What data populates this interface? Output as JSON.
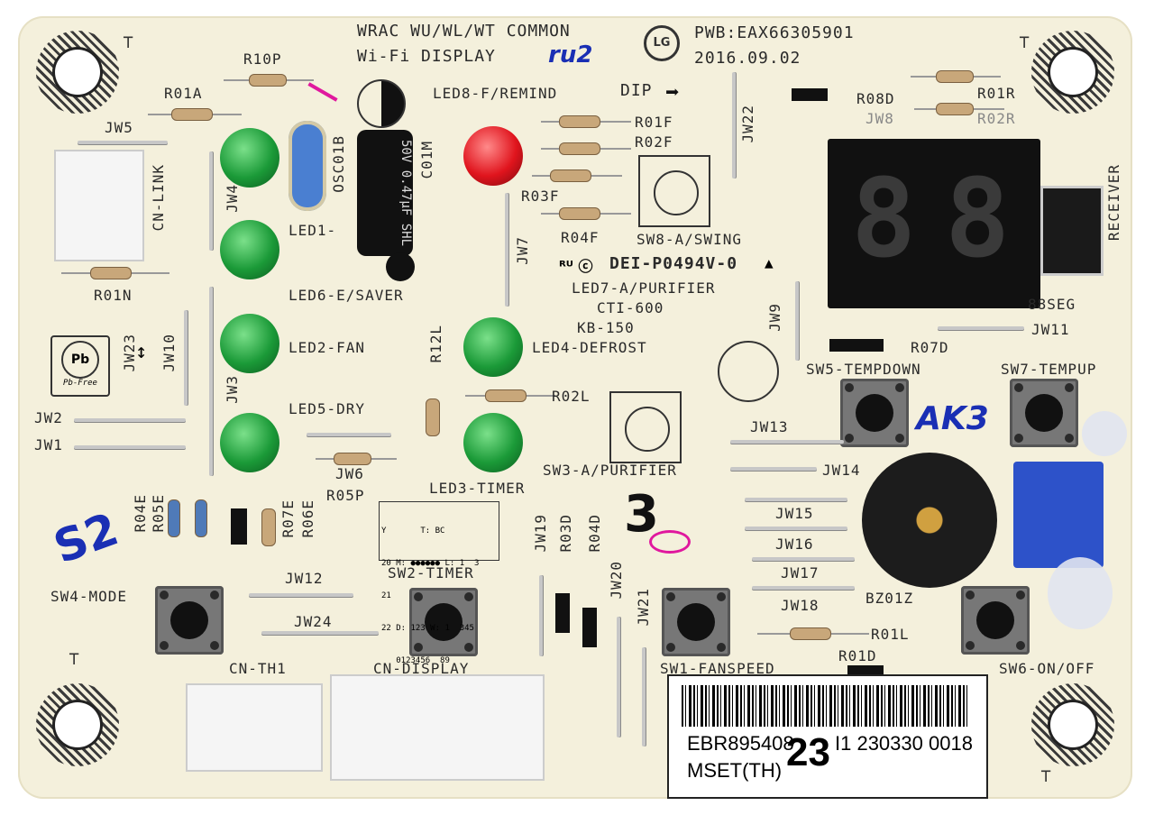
{
  "board": {
    "header_line1": "WRAC WU/WL/WT COMMON",
    "header_line2": "Wi-Fi DISPLAY",
    "brand": "LG",
    "pwb": "PWB:EAX66305901",
    "date": "2016.09.02",
    "dip": "DIP",
    "cert": "DEI-P0494V-0",
    "cti": "CTI-600",
    "kb": "KB-150",
    "pbfree": "Pb-Free"
  },
  "labels": {
    "r10p": "R10P",
    "r01a": "R01A",
    "jw5": "JW5",
    "cn_link": "CN-LINK",
    "r01n": "R01N",
    "jw4": "JW4",
    "osc01b": "OSC01B",
    "c01m": "C01M",
    "led1": "LED1-",
    "led6": "LED6-E/SAVER",
    "led2": "LED2-FAN",
    "led5": "LED5-DRY",
    "jw23": "JW23",
    "jw10": "JW10",
    "jw3": "JW3",
    "jw2": "JW2",
    "jw1": "JW1",
    "jw6": "JW6",
    "r05p": "R05P",
    "led8": "LED8-F/REMIND",
    "r01f": "R01F",
    "r02f": "R02F",
    "r03f": "R03F",
    "r04f": "R04F",
    "sw8": "SW8-A/SWING",
    "jw7": "JW7",
    "jw22": "JW22",
    "led7": "LED7-A/PURIFIER",
    "r12l": "R12L",
    "led4": "LED4-DEFROST",
    "r02l": "R02L",
    "led3": "LED3-TIMER",
    "sw3": "SW3-A/PURIFIER",
    "r08d": "R08D",
    "jw8": "JW8",
    "r01r": "R01R",
    "r02r": "R02R",
    "receiver": "RECEIVER",
    "seg": "88SEG",
    "jw11": "JW11",
    "jw9": "JW9",
    "r07d": "R07D",
    "sw5": "SW5-TEMPDOWN",
    "sw7": "SW7-TEMPUP",
    "jw13": "JW13",
    "jw14": "JW14",
    "jw15": "JW15",
    "jw16": "JW16",
    "jw17": "JW17",
    "jw18": "JW18",
    "bz01z": "BZ01Z",
    "r01l": "R01L",
    "r01d": "R01D",
    "sw6": "SW6-ON/OFF",
    "sw1": "SW1-FANSPEED",
    "r04e": "R04E",
    "r05e": "R05E",
    "r07e": "R07E",
    "r06e": "R06E",
    "sw4": "SW4-MODE",
    "jw12": "JW12",
    "jw24": "JW24",
    "sw2": "SW2-TIMER",
    "jw19": "JW19",
    "r03d": "R03D",
    "r04d": "R04D",
    "jw20": "JW20",
    "jw21": "JW21",
    "cn_th1": "CN-TH1",
    "cn_display": "CN-DISPLAY"
  },
  "table": {
    "row1": "Y       T: BC",
    "row2": "20 M: ●●●●●● L: 1  3",
    "row3": "21",
    "row4": "22 D: 123 W: 1  345",
    "row5": "   0123456  89"
  },
  "barcode": {
    "part": "EBR895408",
    "rev": "23",
    "serial": "I1 230330 0018",
    "mset": "MSET(TH)"
  },
  "handwriting": {
    "top": "ru2",
    "right": "AK3",
    "left": "S2",
    "mid": "3"
  },
  "colors": {
    "board": "#f4f0dc",
    "led_green": "#1b9a38",
    "led_red": "#e0141d",
    "ink_blue": "#1a2fb4"
  }
}
